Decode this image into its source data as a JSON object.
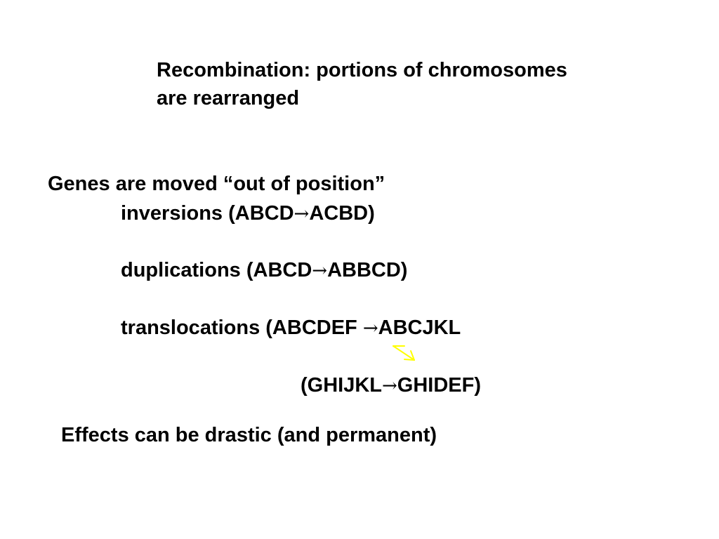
{
  "title": {
    "line1": "Recombination: portions of chromosomes",
    "line2": "are rearranged"
  },
  "genes_heading": "Genes are moved “out of position”",
  "inversions": {
    "prefix": "inversions  (ABCD",
    "arrow": "→",
    "suffix": "ACBD)"
  },
  "duplications": {
    "prefix": "duplications (ABCD",
    "arrow": "→",
    "suffix": "ABBCD)"
  },
  "translocations": {
    "prefix": "translocations (ABCDEF ",
    "arrow": "→",
    "suffix": "ABCJKL",
    "second_prefix": "(GHIJKL",
    "second_arrow": "→",
    "second_suffix": "GHIDEF)"
  },
  "crossover_arrow_color": "#ffff00",
  "crossover_arrow_icon": "diagonal-arrow-icon",
  "effects": "Effects can be drastic (and permanent)"
}
